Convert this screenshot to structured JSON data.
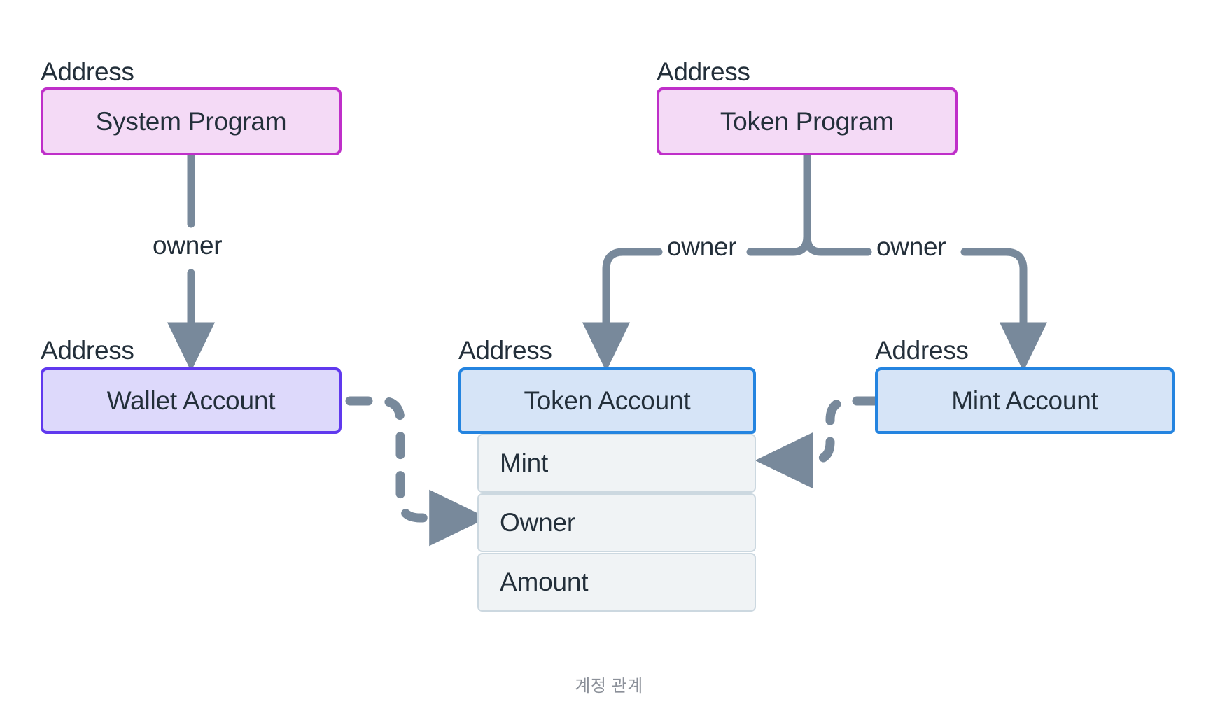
{
  "diagram": {
    "caption": "계정 관계",
    "address_label": "Address",
    "edge_label_owner": "owner",
    "colors": {
      "program_fill": "#f4daf6",
      "program_border": "#bf2fc9",
      "wallet_fill": "#ddd9fb",
      "wallet_border": "#6039ee",
      "account_fill": "#d6e4f7",
      "account_border": "#2484e0",
      "field_fill": "#f0f3f5",
      "field_border": "#ccd8e0",
      "edge_stroke": "#78899b",
      "text": "#232f3a",
      "caption_text": "#8b9099",
      "background": "#ffffff"
    },
    "nodes": [
      {
        "id": "system-program",
        "label": "System Program",
        "address_label": "Address",
        "kind": "program"
      },
      {
        "id": "token-program",
        "label": "Token Program",
        "address_label": "Address",
        "kind": "program"
      },
      {
        "id": "wallet-account",
        "label": "Wallet Account",
        "address_label": "Address",
        "kind": "wallet"
      },
      {
        "id": "token-account",
        "label": "Token Account",
        "address_label": "Address",
        "kind": "account"
      },
      {
        "id": "mint-account",
        "label": "Mint Account",
        "address_label": "Address",
        "kind": "account"
      }
    ],
    "token_account_fields": [
      {
        "id": "mint",
        "label": "Mint"
      },
      {
        "id": "owner",
        "label": "Owner"
      },
      {
        "id": "amount",
        "label": "Amount"
      }
    ],
    "edges": [
      {
        "id": "system-to-wallet",
        "from": "system-program",
        "to": "wallet-account",
        "label": "owner",
        "style": "solid"
      },
      {
        "id": "token-to-token-acct",
        "from": "token-program",
        "to": "token-account",
        "label": "owner",
        "style": "solid"
      },
      {
        "id": "token-to-mint-acct",
        "from": "token-program",
        "to": "mint-account",
        "label": "owner",
        "style": "solid"
      },
      {
        "id": "wallet-to-owner-field",
        "from": "wallet-account",
        "to": "owner",
        "label": "",
        "style": "dashed"
      },
      {
        "id": "mint-acct-to-mint-field",
        "from": "mint-account",
        "to": "mint",
        "label": "",
        "style": "dashed"
      }
    ]
  }
}
